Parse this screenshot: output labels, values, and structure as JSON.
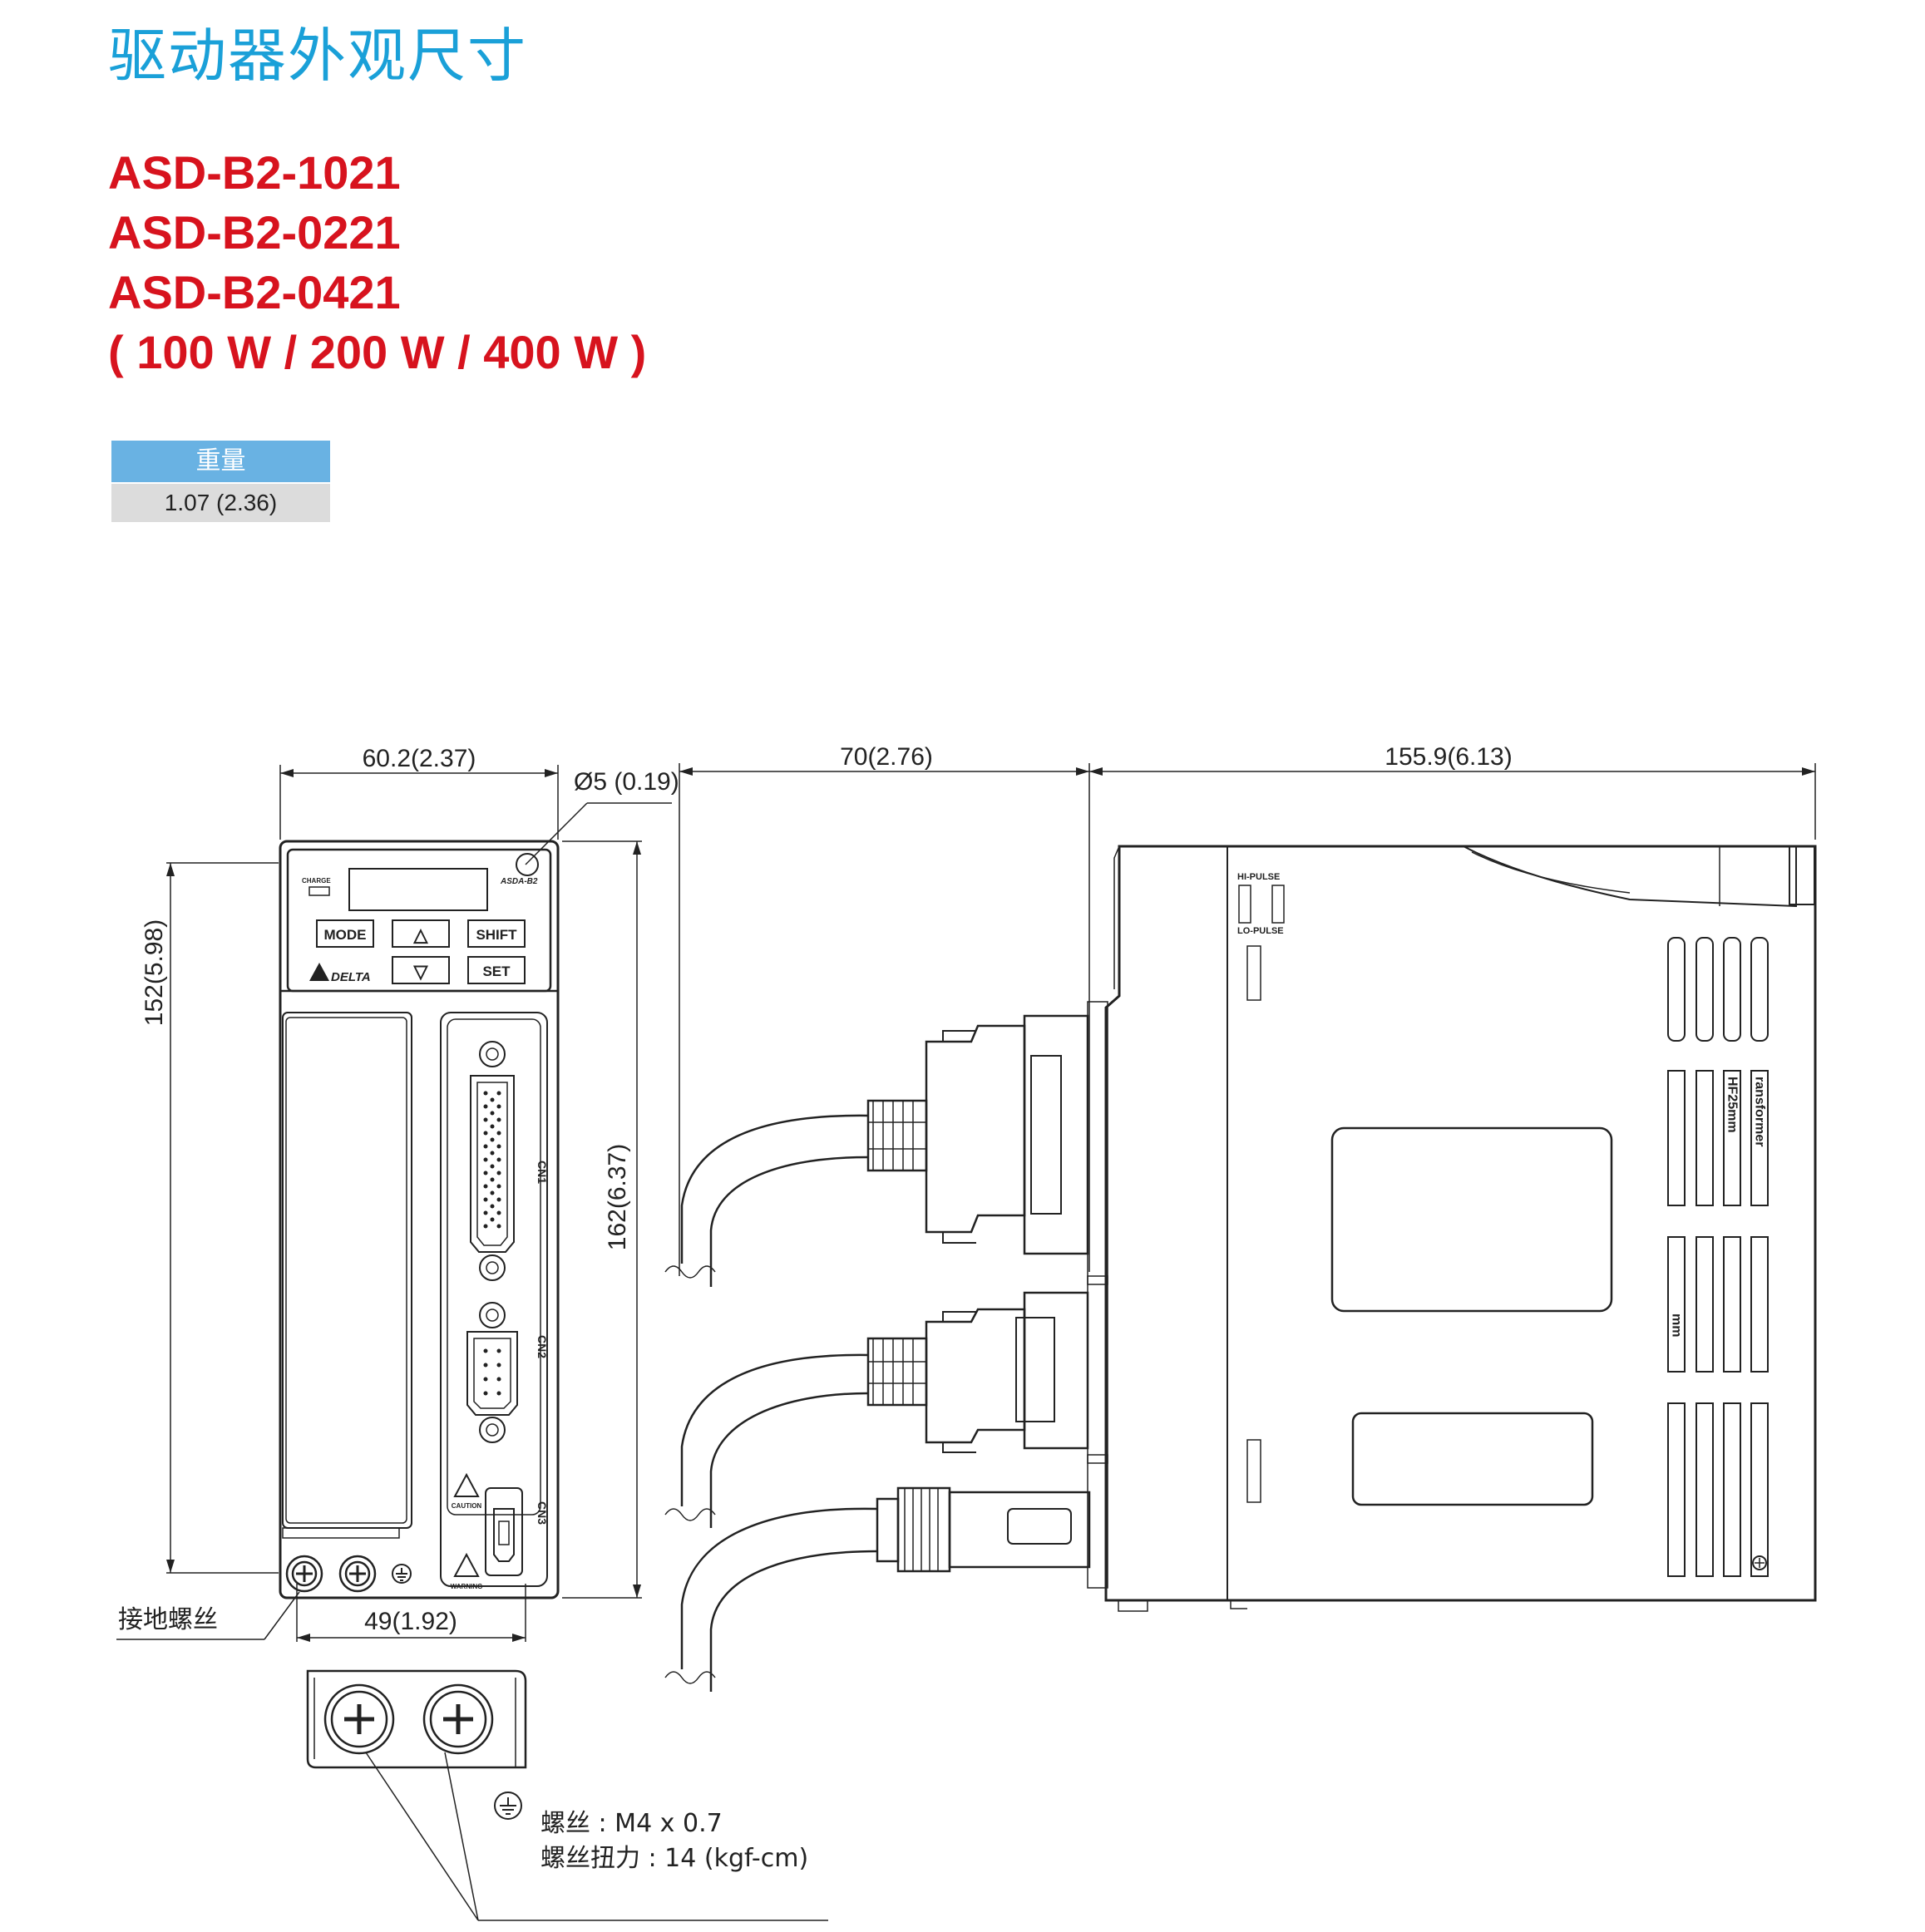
{
  "page_title": "驱动器外观尺寸",
  "models": [
    "ASD-B2-1021",
    "ASD-B2-0221",
    "ASD-B2-0421",
    "( 100 W / 200 W / 400 W )"
  ],
  "weight_table": {
    "header": "重量",
    "value": "1.07 (2.36)"
  },
  "dimensions": {
    "front_width": "60.2(2.37)",
    "hole_diameter": "Ø5 (0.19)",
    "front_height_inner": "152(5.98)",
    "front_height_outer": "162(6.37)",
    "bottom_width": "49(1.92)",
    "cable_depth": "70(2.76)",
    "side_depth": "155.9(6.13)"
  },
  "annotations": {
    "ground_screw": "接地螺丝",
    "screw_spec": "螺丝 : M4 x 0.7",
    "screw_torque": "螺丝扭力 : 14 (kgf-cm)"
  },
  "panel_labels": {
    "charge": "CHARGE",
    "brand_model": "ASDA-B2",
    "mode": "MODE",
    "shift": "SHIFT",
    "set": "SET",
    "up_symbol": "△",
    "down_symbol": "▽",
    "delta": "DELTA",
    "cn1": "CN1",
    "cn2": "CN2",
    "cn3": "CN3",
    "caution": "CAUTION",
    "warning": "WARNING"
  },
  "side_labels": {
    "hi_pulse": "HI-PULSE",
    "lo_pulse": "LO-PULSE",
    "transformer": "ransformer",
    "hf25": "HF25mm",
    "mm": "mm"
  }
}
